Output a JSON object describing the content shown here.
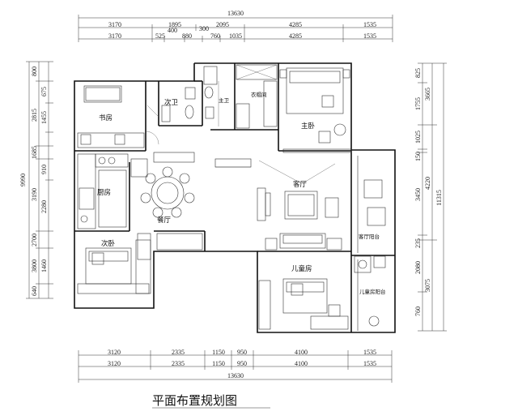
{
  "title": "平面布置规划图",
  "top_dims": {
    "overall": "13630",
    "row1": [
      "3170",
      "1895",
      "2095",
      "4285",
      "1535"
    ],
    "row1_extra": [
      "400",
      "300"
    ],
    "row2": [
      "3170",
      "525",
      "880",
      "760",
      "1035",
      "4285",
      "1535"
    ]
  },
  "bottom_dims": {
    "row1": [
      "3120",
      "2335",
      "1150",
      "950",
      "4100",
      "1535"
    ],
    "row2": [
      "3120",
      "2335",
      "1150",
      "950",
      "4100",
      "1535"
    ],
    "overall": "13630"
  },
  "left_dims": {
    "overall": "9990",
    "outer": [
      "800",
      "2815",
      "1685",
      "3190",
      "2700",
      "3800",
      "640"
    ],
    "inner": [
      "675",
      "1455",
      "910",
      "2280",
      "1460"
    ]
  },
  "right_dims": {
    "inner": [
      "825",
      "1755",
      "1025",
      "150",
      "3450",
      "235",
      "2080",
      "760"
    ],
    "outer": [
      "3665",
      "4220",
      "3075"
    ],
    "overall": "11315"
  },
  "rooms": {
    "study": "书房",
    "second_bath": "次卫",
    "master_bath": "主卫",
    "closet": "衣帽间",
    "master_bed": "主卧",
    "kitchen": "厨房",
    "dining": "餐厅",
    "living": "客厅",
    "living_balcony": "客厅阳台",
    "second_bed": "次卧",
    "kids_room": "儿童房",
    "kids_balcony": "儿童房阳台"
  }
}
